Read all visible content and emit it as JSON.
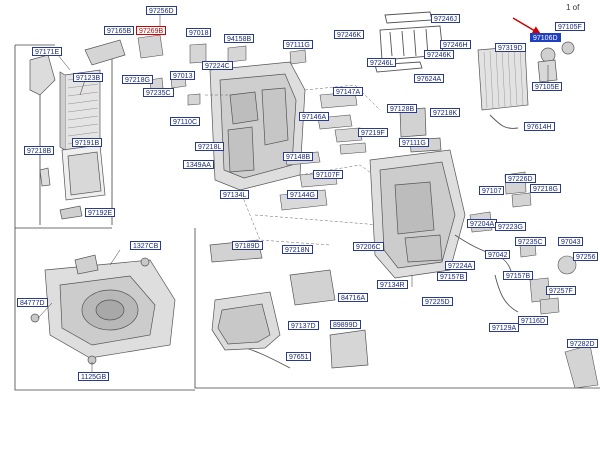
{
  "page_indicator": "1 of",
  "colors": {
    "label_border": "#2a3a8c",
    "highlight": "#1f3fbf",
    "accent_red": "#d00000"
  },
  "labels": [
    {
      "id": "97256D",
      "text": "97256D"
    },
    {
      "id": "97165B",
      "text": "97165B"
    },
    {
      "id": "97269B",
      "text": "97269B",
      "variant": "red"
    },
    {
      "id": "97018",
      "text": "97018"
    },
    {
      "id": "94158B",
      "text": "94158B"
    },
    {
      "id": "97111G",
      "text": "97111G"
    },
    {
      "id": "97246K_a",
      "text": "97246K"
    },
    {
      "id": "97246J",
      "text": "97246J"
    },
    {
      "id": "97246H",
      "text": "97246H"
    },
    {
      "id": "97246K_b",
      "text": "97246K"
    },
    {
      "id": "97246L",
      "text": "97246L"
    },
    {
      "id": "97624A",
      "text": "97624A"
    },
    {
      "id": "97319D",
      "text": "97319D"
    },
    {
      "id": "97106D",
      "text": "97106D",
      "variant": "highlight"
    },
    {
      "id": "97105F",
      "text": "97105F"
    },
    {
      "id": "97105E",
      "text": "97105E"
    },
    {
      "id": "97171E",
      "text": "97171E"
    },
    {
      "id": "97123B",
      "text": "97123B"
    },
    {
      "id": "97218G_a",
      "text": "97218G"
    },
    {
      "id": "97013",
      "text": "97013"
    },
    {
      "id": "97224C",
      "text": "97224C"
    },
    {
      "id": "97235C",
      "text": "97235C"
    },
    {
      "id": "97147A",
      "text": "97147A"
    },
    {
      "id": "97128B",
      "text": "97128B"
    },
    {
      "id": "97146A",
      "text": "97146A"
    },
    {
      "id": "97218K",
      "text": "97218K"
    },
    {
      "id": "97614H",
      "text": "97614H"
    },
    {
      "id": "97110C",
      "text": "97110C"
    },
    {
      "id": "97219F",
      "text": "97219F"
    },
    {
      "id": "97191B",
      "text": "97191B"
    },
    {
      "id": "97111G_b",
      "text": "97111G"
    },
    {
      "id": "97218L",
      "text": "97218L"
    },
    {
      "id": "97218B",
      "text": "97218B"
    },
    {
      "id": "97148B",
      "text": "97148B"
    },
    {
      "id": "1349AA",
      "text": "1349AA"
    },
    {
      "id": "97107F",
      "text": "97107F"
    },
    {
      "id": "97226D",
      "text": "97226D"
    },
    {
      "id": "97107",
      "text": "97107"
    },
    {
      "id": "97218G_b",
      "text": "97218G"
    },
    {
      "id": "97134L",
      "text": "97134L"
    },
    {
      "id": "97144G",
      "text": "97144G"
    },
    {
      "id": "97192E",
      "text": "97192E"
    },
    {
      "id": "97204A",
      "text": "97204A"
    },
    {
      "id": "97223G",
      "text": "97223G"
    },
    {
      "id": "1327CB",
      "text": "1327CB"
    },
    {
      "id": "97189D",
      "text": "97189D"
    },
    {
      "id": "97218N",
      "text": "97218N"
    },
    {
      "id": "97206C",
      "text": "97206C"
    },
    {
      "id": "97235C_b",
      "text": "97235C"
    },
    {
      "id": "97043",
      "text": "97043"
    },
    {
      "id": "97042",
      "text": "97042"
    },
    {
      "id": "97224A",
      "text": "97224A"
    },
    {
      "id": "97256",
      "text": "97256"
    },
    {
      "id": "97157B_a",
      "text": "97157B"
    },
    {
      "id": "97157B_b",
      "text": "97157B"
    },
    {
      "id": "97134R",
      "text": "97134R"
    },
    {
      "id": "97257F",
      "text": "97257F"
    },
    {
      "id": "84777D",
      "text": "84777D"
    },
    {
      "id": "84716A",
      "text": "84716A"
    },
    {
      "id": "97225D",
      "text": "97225D"
    },
    {
      "id": "97137D",
      "text": "97137D"
    },
    {
      "id": "89899D",
      "text": "89899D"
    },
    {
      "id": "97116D",
      "text": "97116D"
    },
    {
      "id": "97129A",
      "text": "97129A"
    },
    {
      "id": "97282D",
      "text": "97282D"
    },
    {
      "id": "97651",
      "text": "97651"
    },
    {
      "id": "1125GB",
      "text": "1125GB"
    }
  ]
}
